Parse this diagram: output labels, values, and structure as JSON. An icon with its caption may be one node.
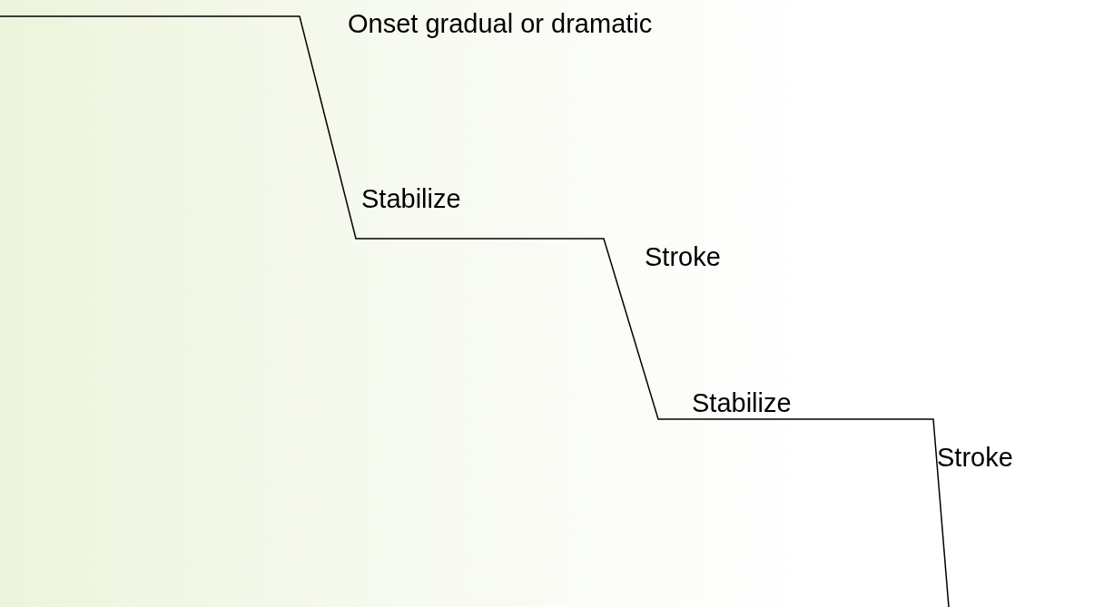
{
  "diagram": {
    "labels": [
      "Onset gradual or dramatic",
      "Stabilize",
      "Stroke",
      "Stabilize",
      "Stroke"
    ]
  }
}
